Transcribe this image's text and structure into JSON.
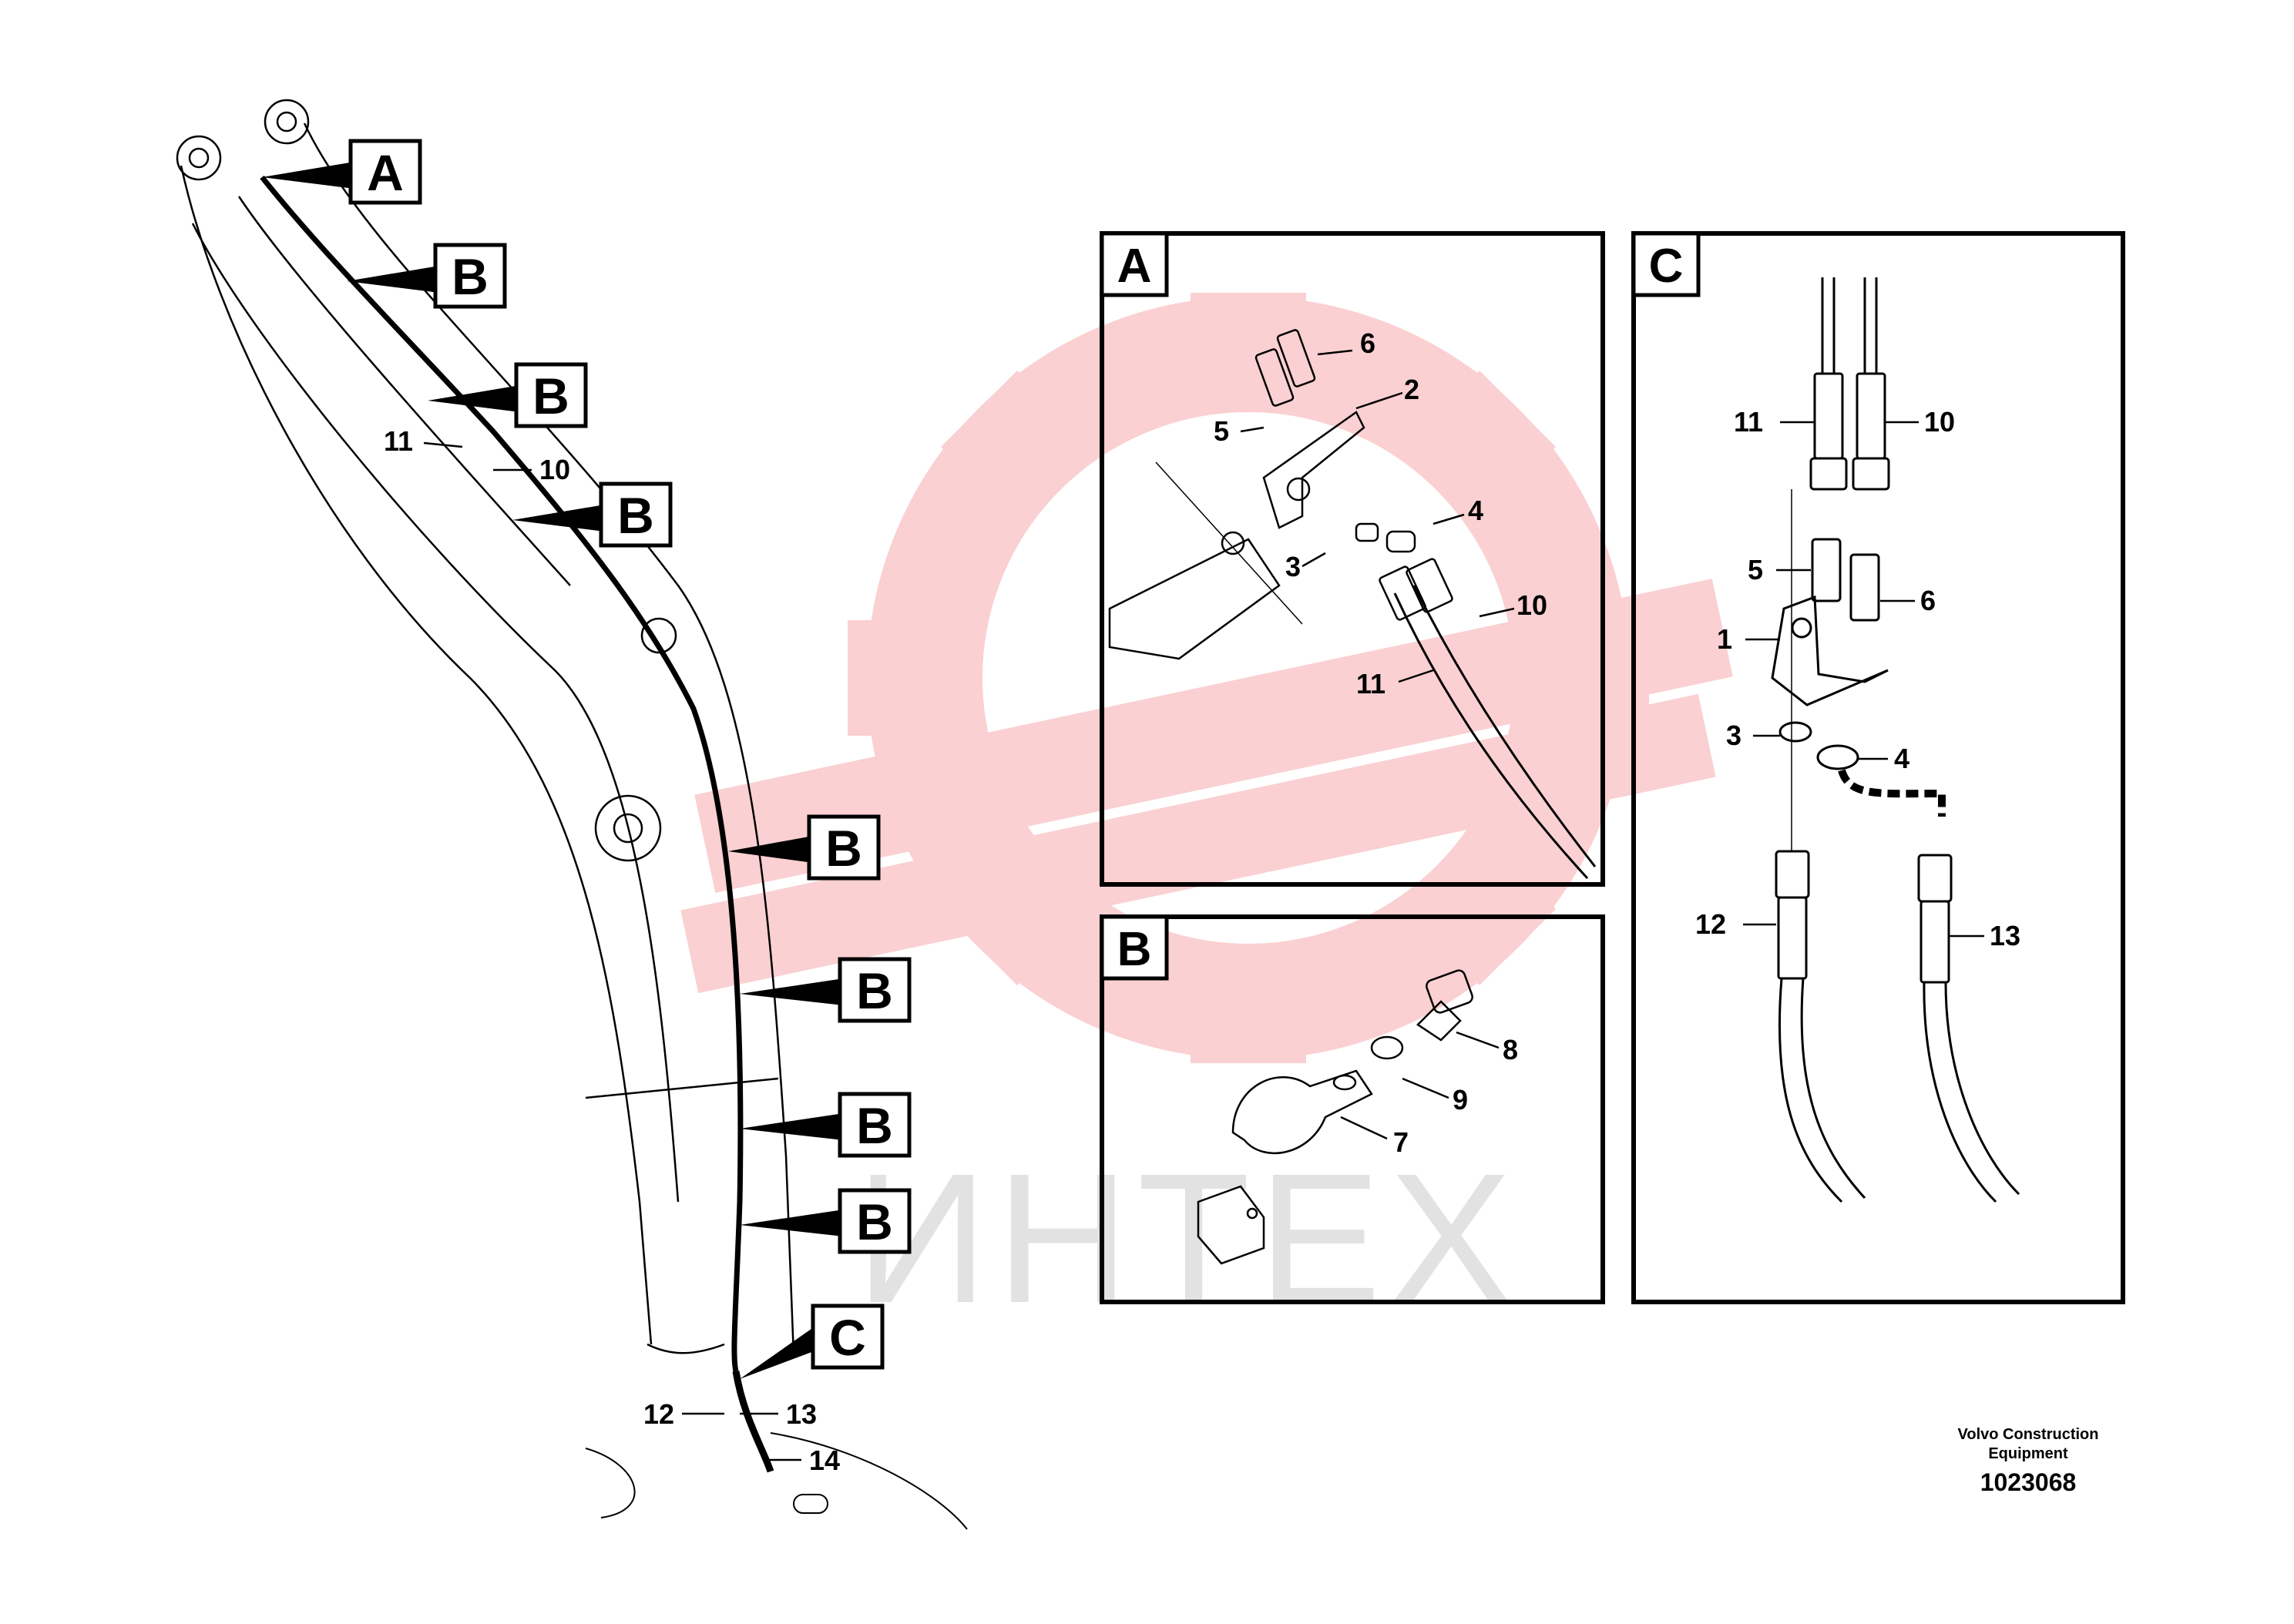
{
  "diagram": {
    "callouts": {
      "a": "A",
      "b": "B",
      "c": "C"
    },
    "panels": {
      "a": {
        "title": "A"
      },
      "b": {
        "title": "B"
      },
      "c": {
        "title": "C"
      }
    },
    "part_numbers": {
      "p1": "1",
      "p2": "2",
      "p3": "3",
      "p4": "4",
      "p5": "5",
      "p6": "6",
      "p7": "7",
      "p8": "8",
      "p9": "9",
      "p10": "10",
      "p11": "11",
      "p12": "12",
      "p13": "13",
      "p14": "14"
    },
    "watermark": "ИНТЕХ",
    "footer": {
      "company_line1": "Volvo Construction",
      "company_line2": "Equipment",
      "drawing_number": "1023068"
    }
  }
}
